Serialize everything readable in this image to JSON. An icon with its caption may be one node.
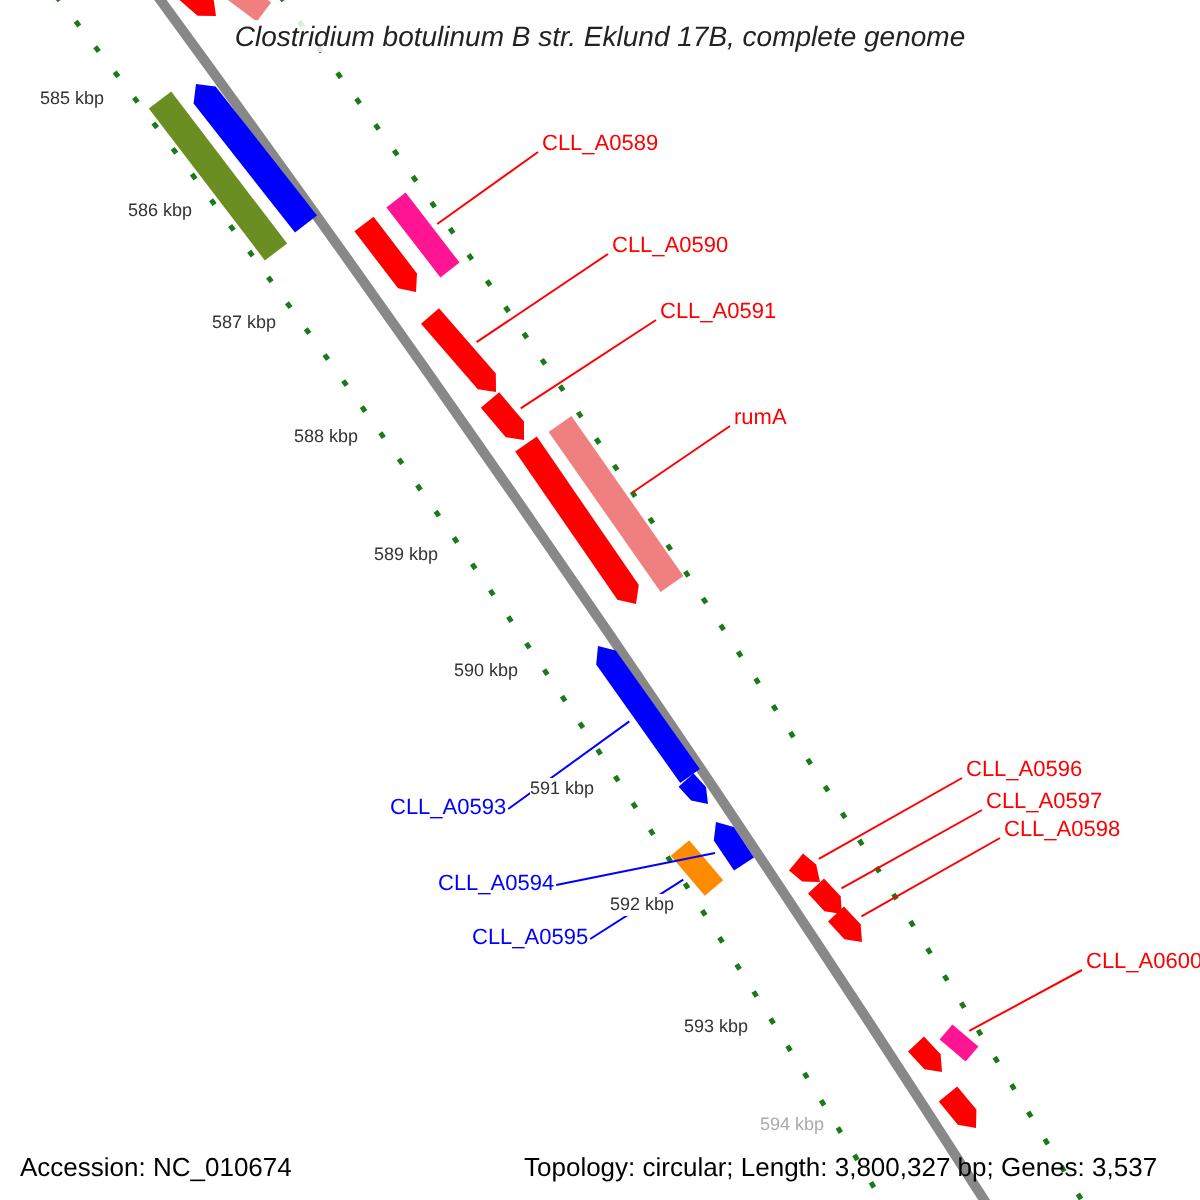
{
  "diagram": {
    "title": "Clostridium botulinum B str. Eklund 17B, complete genome",
    "nodes": [
      {
        "text": [],
        "shape": "pentagon"
      },
      {
        "text": [],
        "shape": "bar"
      },
      {
        "text": [],
        "shape": "bar"
      },
      {
        "text": [],
        "shape": "pentagon"
      },
      {
        "text": [
          "CLL_A0589"
        ]
      },
      {
        "text": [],
        "shape": "bar"
      },
      {
        "text": [],
        "shape": "pentagon"
      },
      {
        "text": [
          "CLL_A0590"
        ]
      },
      {
        "text": [],
        "shape": "pentagon"
      },
      {
        "text": [
          "CLL_A0591"
        ]
      },
      {
        "text": [],
        "shape": "pentagon"
      },
      {
        "text": [
          "rumA"
        ]
      },
      {
        "text": [],
        "shape": "bar"
      },
      {
        "text": [],
        "shape": "pentagon"
      },
      {
        "text": [],
        "shape": "pentagon"
      },
      {
        "text": [],
        "shape": "pentagon"
      },
      {
        "text": [
          "CLL_A0596"
        ]
      },
      {
        "text": [
          "CLL_A0593"
        ]
      },
      {
        "text": [
          "CLL_A0597"
        ]
      },
      {
        "text": [],
        "shape": "pentagon"
      },
      {
        "text": [
          "CLL_A0598"
        ]
      },
      {
        "text": [],
        "shape": "bar"
      },
      {
        "text": [],
        "shape": "pentagon"
      },
      {
        "text": [
          "CLL_A0594"
        ]
      },
      {
        "text": [],
        "shape": "pentagon"
      },
      {
        "text": [],
        "shape": "pentagon"
      },
      {
        "text": [
          "CLL_A0595"
        ]
      },
      {
        "text": [
          "CLL_A0600"
        ]
      },
      {
        "text": [],
        "shape": "bar"
      },
      {
        "text": [],
        "shape": "pentagon"
      },
      {
        "text": [],
        "shape": "pentagon"
      }
    ],
    "edges": [
      {
        "from": 4,
        "to": 5,
        "arrow": "none"
      },
      {
        "from": 7,
        "to": 8,
        "arrow": "none"
      },
      {
        "from": 9,
        "to": 10,
        "arrow": "none"
      },
      {
        "from": 11,
        "to": 12,
        "arrow": "none"
      },
      {
        "from": 17,
        "to": 14,
        "arrow": "none",
        "color": "#0000ff"
      },
      {
        "from": 23,
        "to": 19,
        "arrow": "none",
        "color": "#0000ff"
      },
      {
        "from": 26,
        "to": 21,
        "arrow": "none",
        "color": "#0000ff"
      },
      {
        "from": 16,
        "to": 22,
        "arrow": "none"
      },
      {
        "from": 18,
        "to": 24,
        "arrow": "none"
      },
      {
        "from": 20,
        "to": 25,
        "arrow": "none"
      },
      {
        "from": 27,
        "to": 28,
        "arrow": "none"
      }
    ],
    "labels": [
      "585 kbp",
      "586 kbp",
      "587 kbp",
      "588 kbp",
      "589 kbp",
      "590 kbp",
      "591 kbp",
      "592 kbp",
      "593 kbp",
      "594 kbp",
      "Accession: NC_010674",
      "Topology: circular; Length: 3,800,327 bp; Genes: 3,537"
    ]
  }
}
